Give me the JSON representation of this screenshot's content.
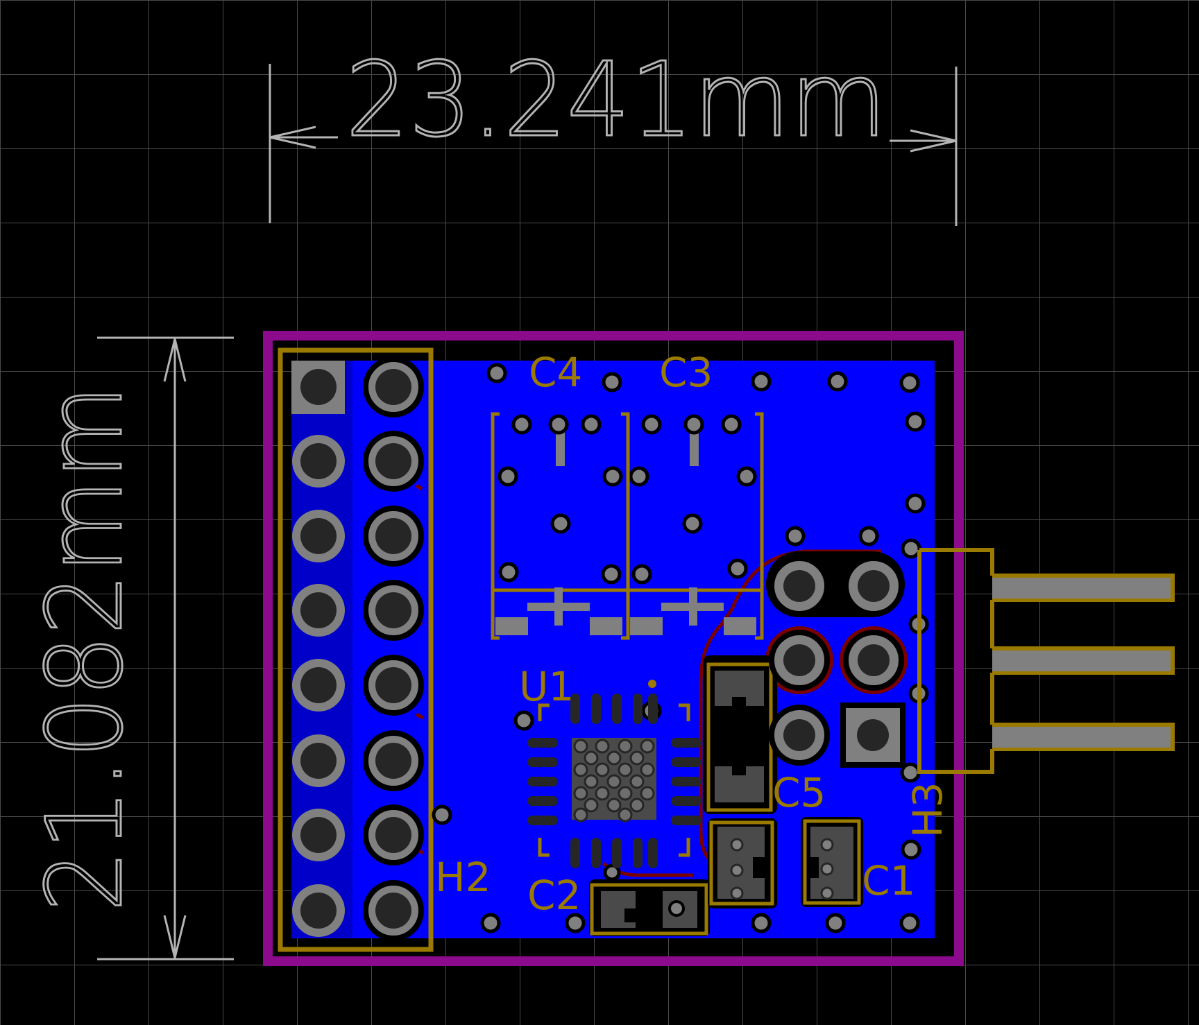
{
  "viewer": {
    "background": "#000000",
    "grid_color": "#4a4a4a",
    "dimension_color": "#b4b4b4",
    "board_outline_color": "#8c0a8c",
    "copper_pour_color": "#0000ff",
    "silkscreen_color": "#9a7a00",
    "pad_color": "#808080",
    "pad_hole_color": "#262626",
    "bottom_trace_color": "#7a0000"
  },
  "dimensions": {
    "width_label": "23.241mm",
    "height_label": "21.082mm"
  },
  "components": [
    {
      "ref": "C4"
    },
    {
      "ref": "C3"
    },
    {
      "ref": "U1"
    },
    {
      "ref": "C5"
    },
    {
      "ref": "C2"
    },
    {
      "ref": "C1"
    },
    {
      "ref": "H2"
    },
    {
      "ref": "H3"
    }
  ]
}
